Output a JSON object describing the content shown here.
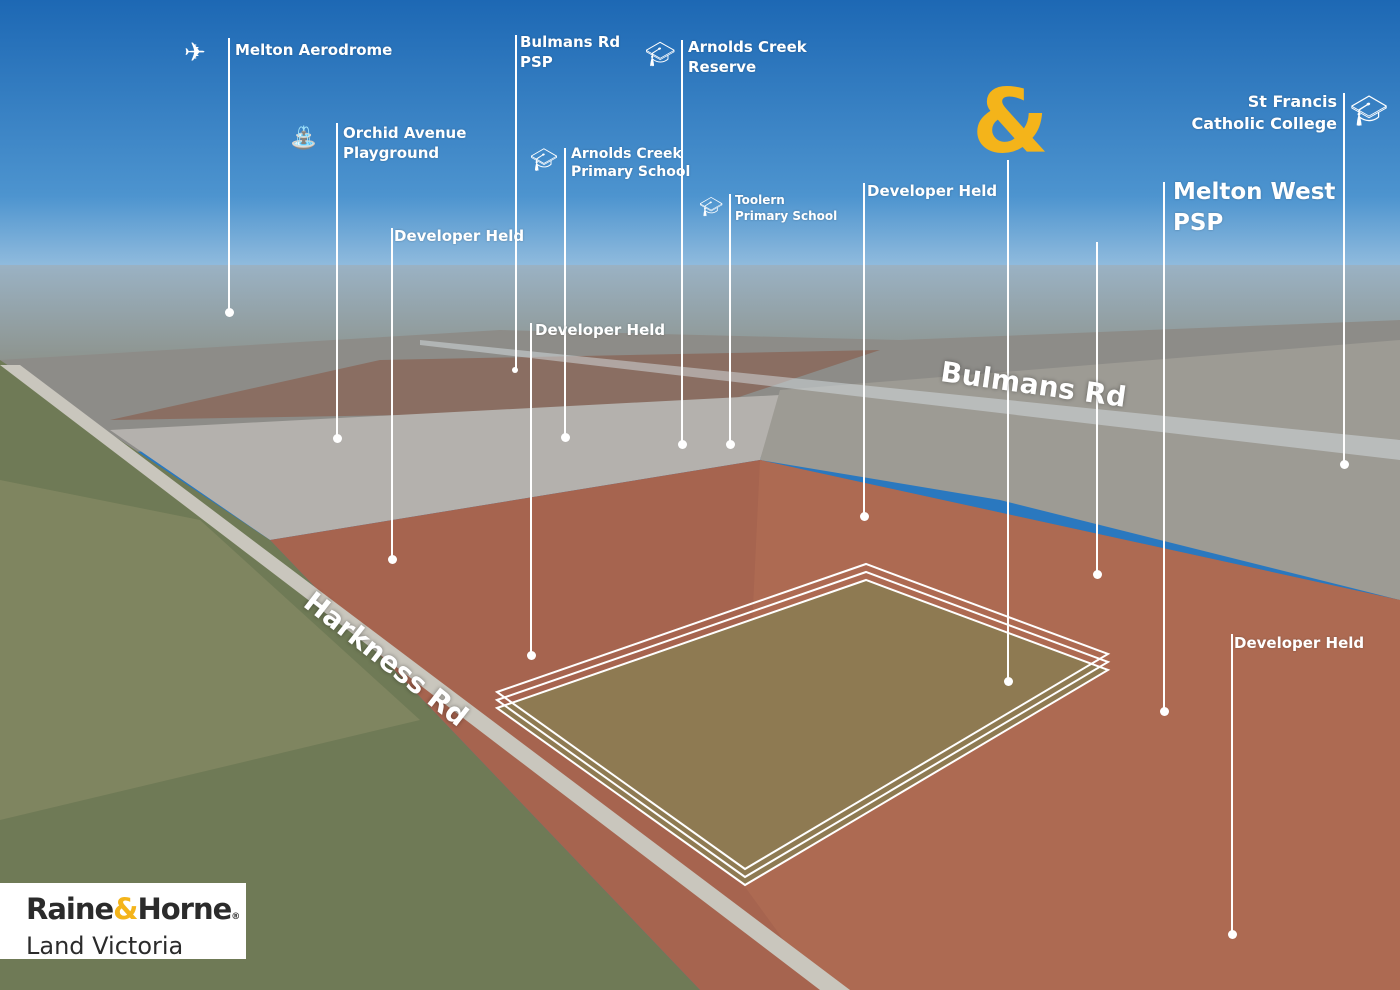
{
  "labels": {
    "melton_aerodrome": "Melton Aerodrome",
    "orchid_avenue": [
      "Orchid Avenue",
      "Playground"
    ],
    "bulmans_psp": [
      "Bulmans Rd",
      "PSP"
    ],
    "arnolds_reserve": [
      "Arnolds Creek",
      "Reserve"
    ],
    "arnolds_primary": [
      "Arnolds Creek",
      "Primary School"
    ],
    "toolern_primary": [
      "Toolern",
      "Primary School"
    ],
    "developer_held": "Developer Held",
    "melton_west_psp": [
      "Melton West",
      "PSP"
    ],
    "st_francis": [
      "St Francis",
      "Catholic College"
    ]
  },
  "roads": {
    "bulmans": "Bulmans Rd",
    "harkness": "Harkness Rd"
  },
  "brand": {
    "ampersand": "&",
    "name_left": "Raine",
    "name_right": "Horne",
    "registered": "®",
    "subtitle": "Land Victoria",
    "accent": "#f4b41a"
  },
  "icons": [
    "plane-icon",
    "playground-icon",
    "graduation-cap-icon"
  ]
}
